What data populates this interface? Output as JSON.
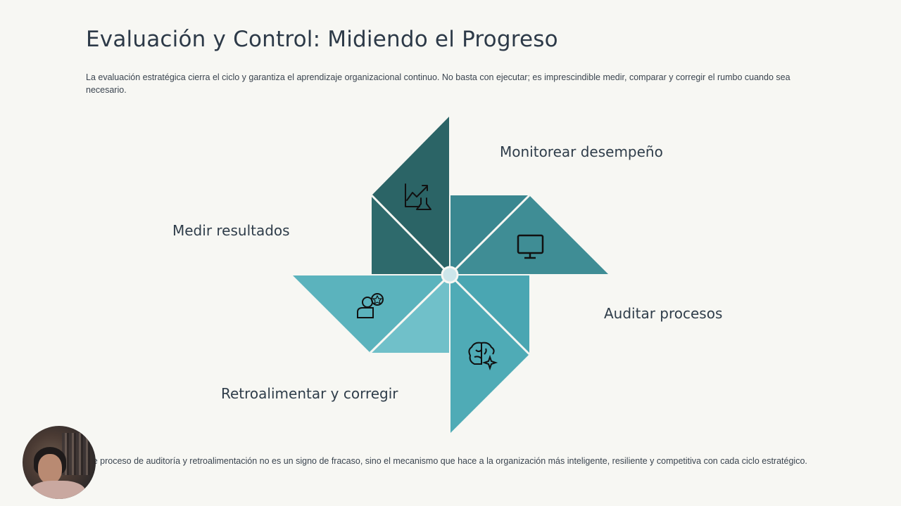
{
  "slide": {
    "title": "Evaluación y Control: Midiendo el Progreso",
    "intro": "La evaluación estratégica cierra el ciclo y garantiza el aprendizaje organizacional continuo. No basta con ejecutar; es imprescindible medir, comparar y corregir el rumbo cuando sea necesario.",
    "outro": "ste proceso de auditoría y retroalimentación no es un signo de fracaso, sino el mecanismo que hace a la organización más inteligente, resiliente y competitiva con cada ciclo estratégico."
  },
  "steps": [
    {
      "label": "Monitorear desempeño",
      "icon": "chart-flask-icon",
      "color": "#2b6466"
    },
    {
      "label": "Auditar procesos",
      "icon": "monitor-icon",
      "color": "#3a8790"
    },
    {
      "label": "Retroalimentar y corregir",
      "icon": "brain-sparkle-icon",
      "color": "#4aa6b2"
    },
    {
      "label": "Medir resultados",
      "icon": "user-star-icon",
      "color": "#68bcc6"
    }
  ],
  "presenter": {
    "icon": "presenter-video-avatar"
  }
}
